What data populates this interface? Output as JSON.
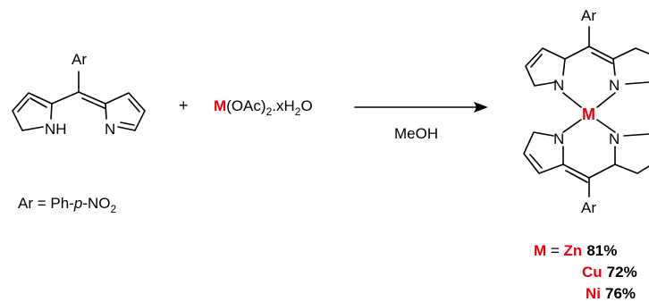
{
  "colors": {
    "metal": "#e8000b",
    "ink": "#000000"
  },
  "reactant1": {
    "ar_label": "Ar",
    "nh_label": "NH",
    "n_label": "N"
  },
  "plus": "+",
  "reactant2": {
    "metal": "M",
    "rest": "(OAc)",
    "sub2": "2",
    "mid": ".xH",
    "sub2b": "2",
    "tail": "O"
  },
  "arrow": {
    "reagent": "MeOH"
  },
  "ar_definition": {
    "lead": "Ar = Ph-",
    "italic": "p",
    "mid": "-NO",
    "sub": "2"
  },
  "product": {
    "ar_top": "Ar",
    "ar_bottom": "Ar",
    "n_label": "N",
    "metal": "M"
  },
  "yields": {
    "metal_symbol": "M",
    "equals": " = ",
    "rows": [
      {
        "metal": "Zn",
        "yield": "81%"
      },
      {
        "metal": "Cu",
        "yield": "72%"
      },
      {
        "metal": "Ni",
        "yield": "76%"
      }
    ]
  }
}
